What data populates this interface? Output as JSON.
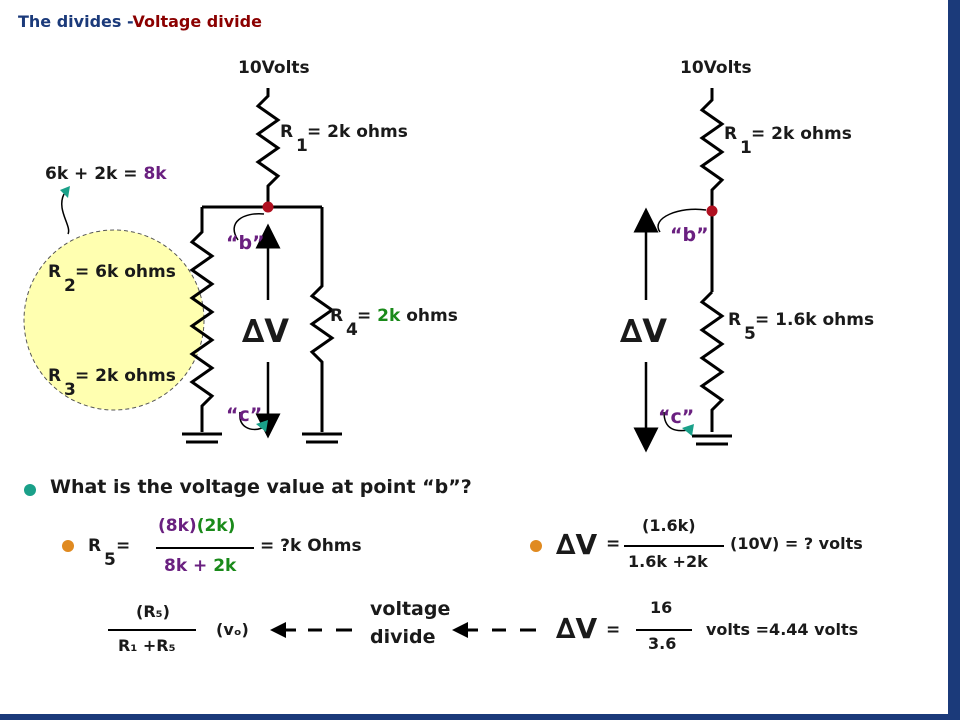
{
  "header": {
    "prefix": "The divides -",
    "suffix": "Voltage divide"
  },
  "left_circuit": {
    "supply": "10Volts",
    "r1_prefix": "R",
    "r1_sub": "1",
    "r1_value": "= 2k ohms",
    "sum_prefix": "6k + 2k = ",
    "sum_result": "8k",
    "r2_prefix": "R",
    "r2_sub": "2",
    "r2_value": "= 6k ohms",
    "r3_prefix": "R",
    "r3_sub": "3",
    "r3_value": "= 2k ohms",
    "r4_prefix": "R",
    "r4_sub": "4",
    "r4_eq": "= ",
    "r4_value": "2k",
    "r4_unit": " ohms",
    "point_b": "“b”",
    "point_c": "“c”",
    "delta_v": "∆V"
  },
  "right_circuit": {
    "supply": "10Volts",
    "r1_prefix": "R",
    "r1_sub": "1",
    "r1_value": "= 2k ohms",
    "r5_prefix": "R",
    "r5_sub": "5",
    "r5_value": "= 1.6k ohms",
    "point_b": "“b”",
    "point_c": "“c”",
    "delta_v": "∆V"
  },
  "question": "What is the voltage value at point “b”?",
  "eq1": {
    "lhs_prefix": "R",
    "lhs_sub": "5",
    "lhs_eq": "=",
    "num_a": "(8k)",
    "num_b": "(2k)",
    "den_a": "8k + ",
    "den_b": "2k",
    "rhs": "= ?k Ohms"
  },
  "eq2": {
    "lhs": "∆V",
    "eq": "=",
    "num": "(1.6k)",
    "den": "1.6k +2k",
    "rhs": "(10V) = ?  volts"
  },
  "eq3": {
    "lhs": "∆V",
    "eq": "=",
    "num": "16",
    "den": "3.6",
    "rhs": "volts =4.44 volts"
  },
  "divider_formula": {
    "num": "(R₅)",
    "den": "R₁ +R₅",
    "output": "(vₒ)",
    "label_line1": "voltage",
    "label_line2": "divide"
  },
  "colors": {
    "navy": "#1b3a7a",
    "dark_red": "#8b0000",
    "green": "#1a8a1a",
    "purple": "#6a2080",
    "node_red": "#b01020",
    "teal": "#1aa089",
    "orange": "#e08a20",
    "circle_fill": "#ffffb0"
  }
}
